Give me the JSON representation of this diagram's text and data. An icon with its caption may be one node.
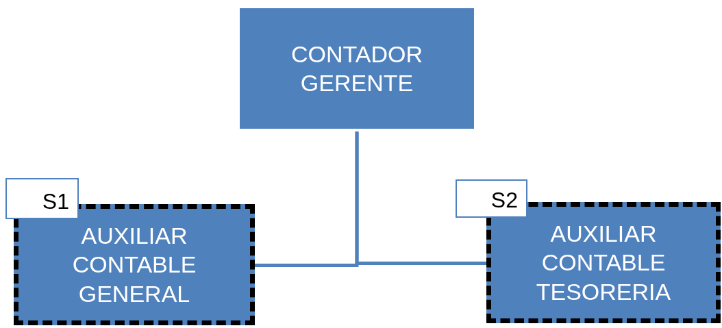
{
  "diagram": {
    "nodes": [
      {
        "text": [
          "CONTADOR GERENTE"
        ]
      },
      {
        "text": [
          "S1"
        ]
      },
      {
        "text": [
          "AUXILIAR CONTABLE GENERAL"
        ]
      },
      {
        "text": [
          "S2"
        ]
      },
      {
        "text": [
          "AUXILIAR CONTABLE TESORERIA"
        ]
      }
    ],
    "edges": [
      {
        "from": 0,
        "to": 2,
        "arrow": "none"
      },
      {
        "from": 0,
        "to": 4,
        "arrow": "none"
      }
    ]
  }
}
